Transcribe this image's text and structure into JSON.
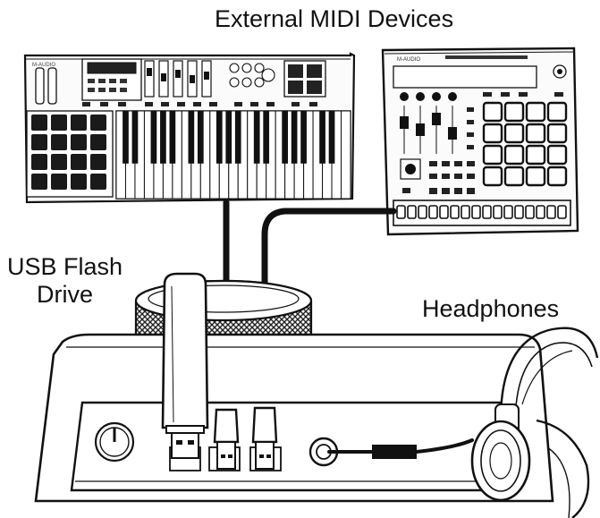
{
  "labels": {
    "external_midi": "External MIDI Devices",
    "usb_flash_line1": "USB Flash",
    "usb_flash_line2": "Drive",
    "headphones": "Headphones"
  },
  "devices": {
    "keyboard_brand": "M-AUDIO",
    "pad_controller_brand": "M-AUDIO"
  }
}
